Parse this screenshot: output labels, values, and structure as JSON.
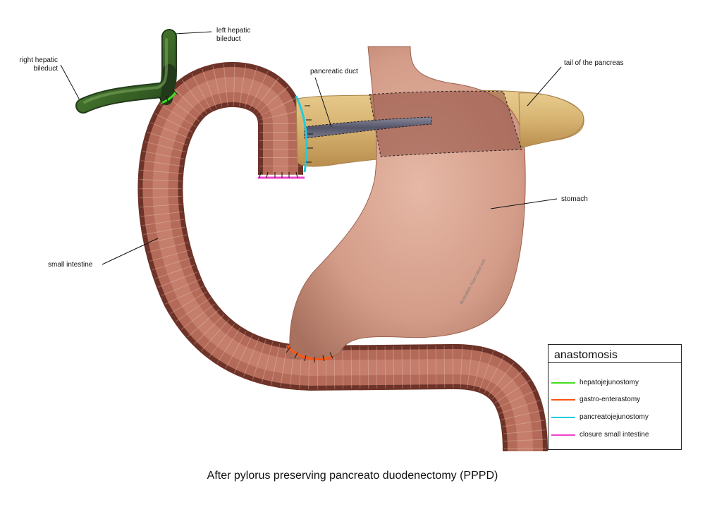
{
  "labels": {
    "left_hepatic": "left hepatic\nbileduct",
    "right_hepatic": "right hepatic\nbileduct",
    "pancreatic_duct": "pancreatic duct",
    "tail_pancreas": "tail of the pancreas",
    "stomach": "stomach",
    "small_intestine": "small intestine"
  },
  "caption": "After pylorus preserving pancreato duodenectomy (PPPD)",
  "credit": "Illustration: Arjan Ubert MA",
  "legend": {
    "title": "anastomosis",
    "items": [
      {
        "label": "hepatojejunostomy",
        "color": "#44dd22"
      },
      {
        "label": "gastro-enterastomy",
        "color": "#ff5511"
      },
      {
        "label": "pancreatojejunostomy",
        "color": "#22ccdd"
      },
      {
        "label": "closure small intestine",
        "color": "#ee44cc"
      }
    ]
  },
  "colors": {
    "intestine": "#b36656",
    "bileduct": "#3f6e2a",
    "pancreas": "#d9b875",
    "stomach": "#d8a594"
  }
}
